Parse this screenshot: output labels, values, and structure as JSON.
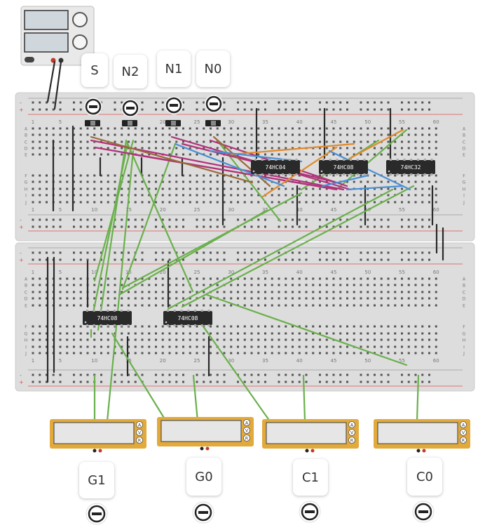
{
  "circuit": {
    "inputs": [
      "S",
      "N2",
      "N1",
      "N0"
    ],
    "outputs": [
      "G1",
      "G0",
      "C1",
      "C0"
    ],
    "chips": [
      "74HC04",
      "74HC08",
      "74HC32",
      "74HC08",
      "74HC08"
    ],
    "column_numbers": [
      "1",
      "5",
      "10",
      "15",
      "20",
      "25",
      "30",
      "35",
      "40",
      "45",
      "50",
      "55",
      "60"
    ],
    "row_letters_top": [
      "A",
      "B",
      "C",
      "D",
      "E"
    ],
    "row_letters_bottom": [
      "F",
      "G",
      "H",
      "I",
      "J"
    ],
    "power_rail_symbols": [
      "-",
      "+"
    ],
    "multimeter_buttons": [
      "A",
      "V",
      "R"
    ]
  },
  "colors": {
    "wire_green": "#6ab04c",
    "wire_magenta": "#b0337a",
    "wire_orange": "#e08a2c",
    "wire_blue": "#4a8fd4",
    "wire_brown": "#9a6a3a",
    "wire_black": "#2a2a2a",
    "meter_body": "#e2a93b",
    "chip_body": "#2a2a2a",
    "board": "#dddddd",
    "rail_red": "#e05050"
  }
}
